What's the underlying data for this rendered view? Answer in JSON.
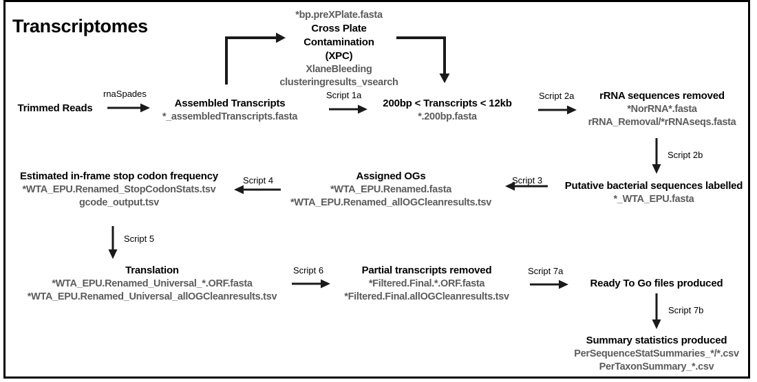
{
  "page": {
    "title": "Transcriptomes",
    "border_color": "#000000",
    "title_color": "#000000",
    "file_text_color": "#5c5c5c",
    "arrow_color": "#1a1a1a"
  },
  "nodes": [
    {
      "id": "trimmed-reads",
      "title": "Trimmed Reads",
      "files": []
    },
    {
      "id": "assembled-transcripts",
      "title": "Assembled Transcripts",
      "files": [
        "*_assembledTranscripts.fasta"
      ]
    },
    {
      "id": "cross-plate-contamination",
      "title_lines": [
        "Cross Plate",
        "Contamination",
        "(XPC)"
      ],
      "files_above": [
        "*bp.preXPlate.fasta"
      ],
      "files": [
        "XlaneBleeding",
        "clusteringresults_vsearch"
      ]
    },
    {
      "id": "transcript-size-filter",
      "title": "200bp < Transcripts < 12kb",
      "files": [
        "*.200bp.fasta"
      ]
    },
    {
      "id": "rrna-removed",
      "title": "rRNA sequences removed",
      "files": [
        "*NorRNA*.fasta",
        "rRNA_Removal/*rRNAseqs.fasta"
      ]
    },
    {
      "id": "bacterial-labelled",
      "title": "Putative bacterial sequences labelled",
      "files": [
        "*_WTA_EPU.fasta"
      ]
    },
    {
      "id": "assigned-ogs",
      "title": "Assigned OGs",
      "files": [
        "*WTA_EPU.Renamed.fasta",
        "*WTA_EPU.Renamed_allOGCleanresults.tsv"
      ]
    },
    {
      "id": "stop-codon-frequency",
      "title": "Estimated in-frame stop codon frequency",
      "files": [
        "*WTA_EPU.Renamed_StopCodonStats.tsv",
        "gcode_output.tsv"
      ]
    },
    {
      "id": "translation",
      "title": "Translation",
      "files": [
        "*WTA_EPU.Renamed_Universal_*.ORF.fasta",
        "*WTA_EPU.Renamed_Universal_allOGCleanresults.tsv"
      ]
    },
    {
      "id": "partial-transcripts-removed",
      "title": "Partial transcripts removed",
      "files": [
        "*Filtered.Final.*.ORF.fasta",
        "*Filtered.Final.allOGCleanresults.tsv"
      ]
    },
    {
      "id": "ready-to-go",
      "title": "Ready To Go files produced",
      "files": []
    },
    {
      "id": "summary-statistics",
      "title": "Summary statistics produced",
      "files": [
        "PerSequenceStatSummaries_*/*.csv",
        "PerTaxonSummary_*.csv"
      ]
    }
  ],
  "edges": [
    {
      "id": "rnaspades",
      "label": "rnaSpades"
    },
    {
      "id": "script-1a",
      "label": "Script 1a"
    },
    {
      "id": "script-2a",
      "label": "Script 2a"
    },
    {
      "id": "script-2b",
      "label": "Script 2b"
    },
    {
      "id": "script-3",
      "label": "Script 3"
    },
    {
      "id": "script-4",
      "label": "Script 4"
    },
    {
      "id": "script-5",
      "label": "Script 5"
    },
    {
      "id": "script-6",
      "label": "Script 6"
    },
    {
      "id": "script-7a",
      "label": "Script 7a"
    },
    {
      "id": "script-7b",
      "label": "Script 7b"
    }
  ]
}
